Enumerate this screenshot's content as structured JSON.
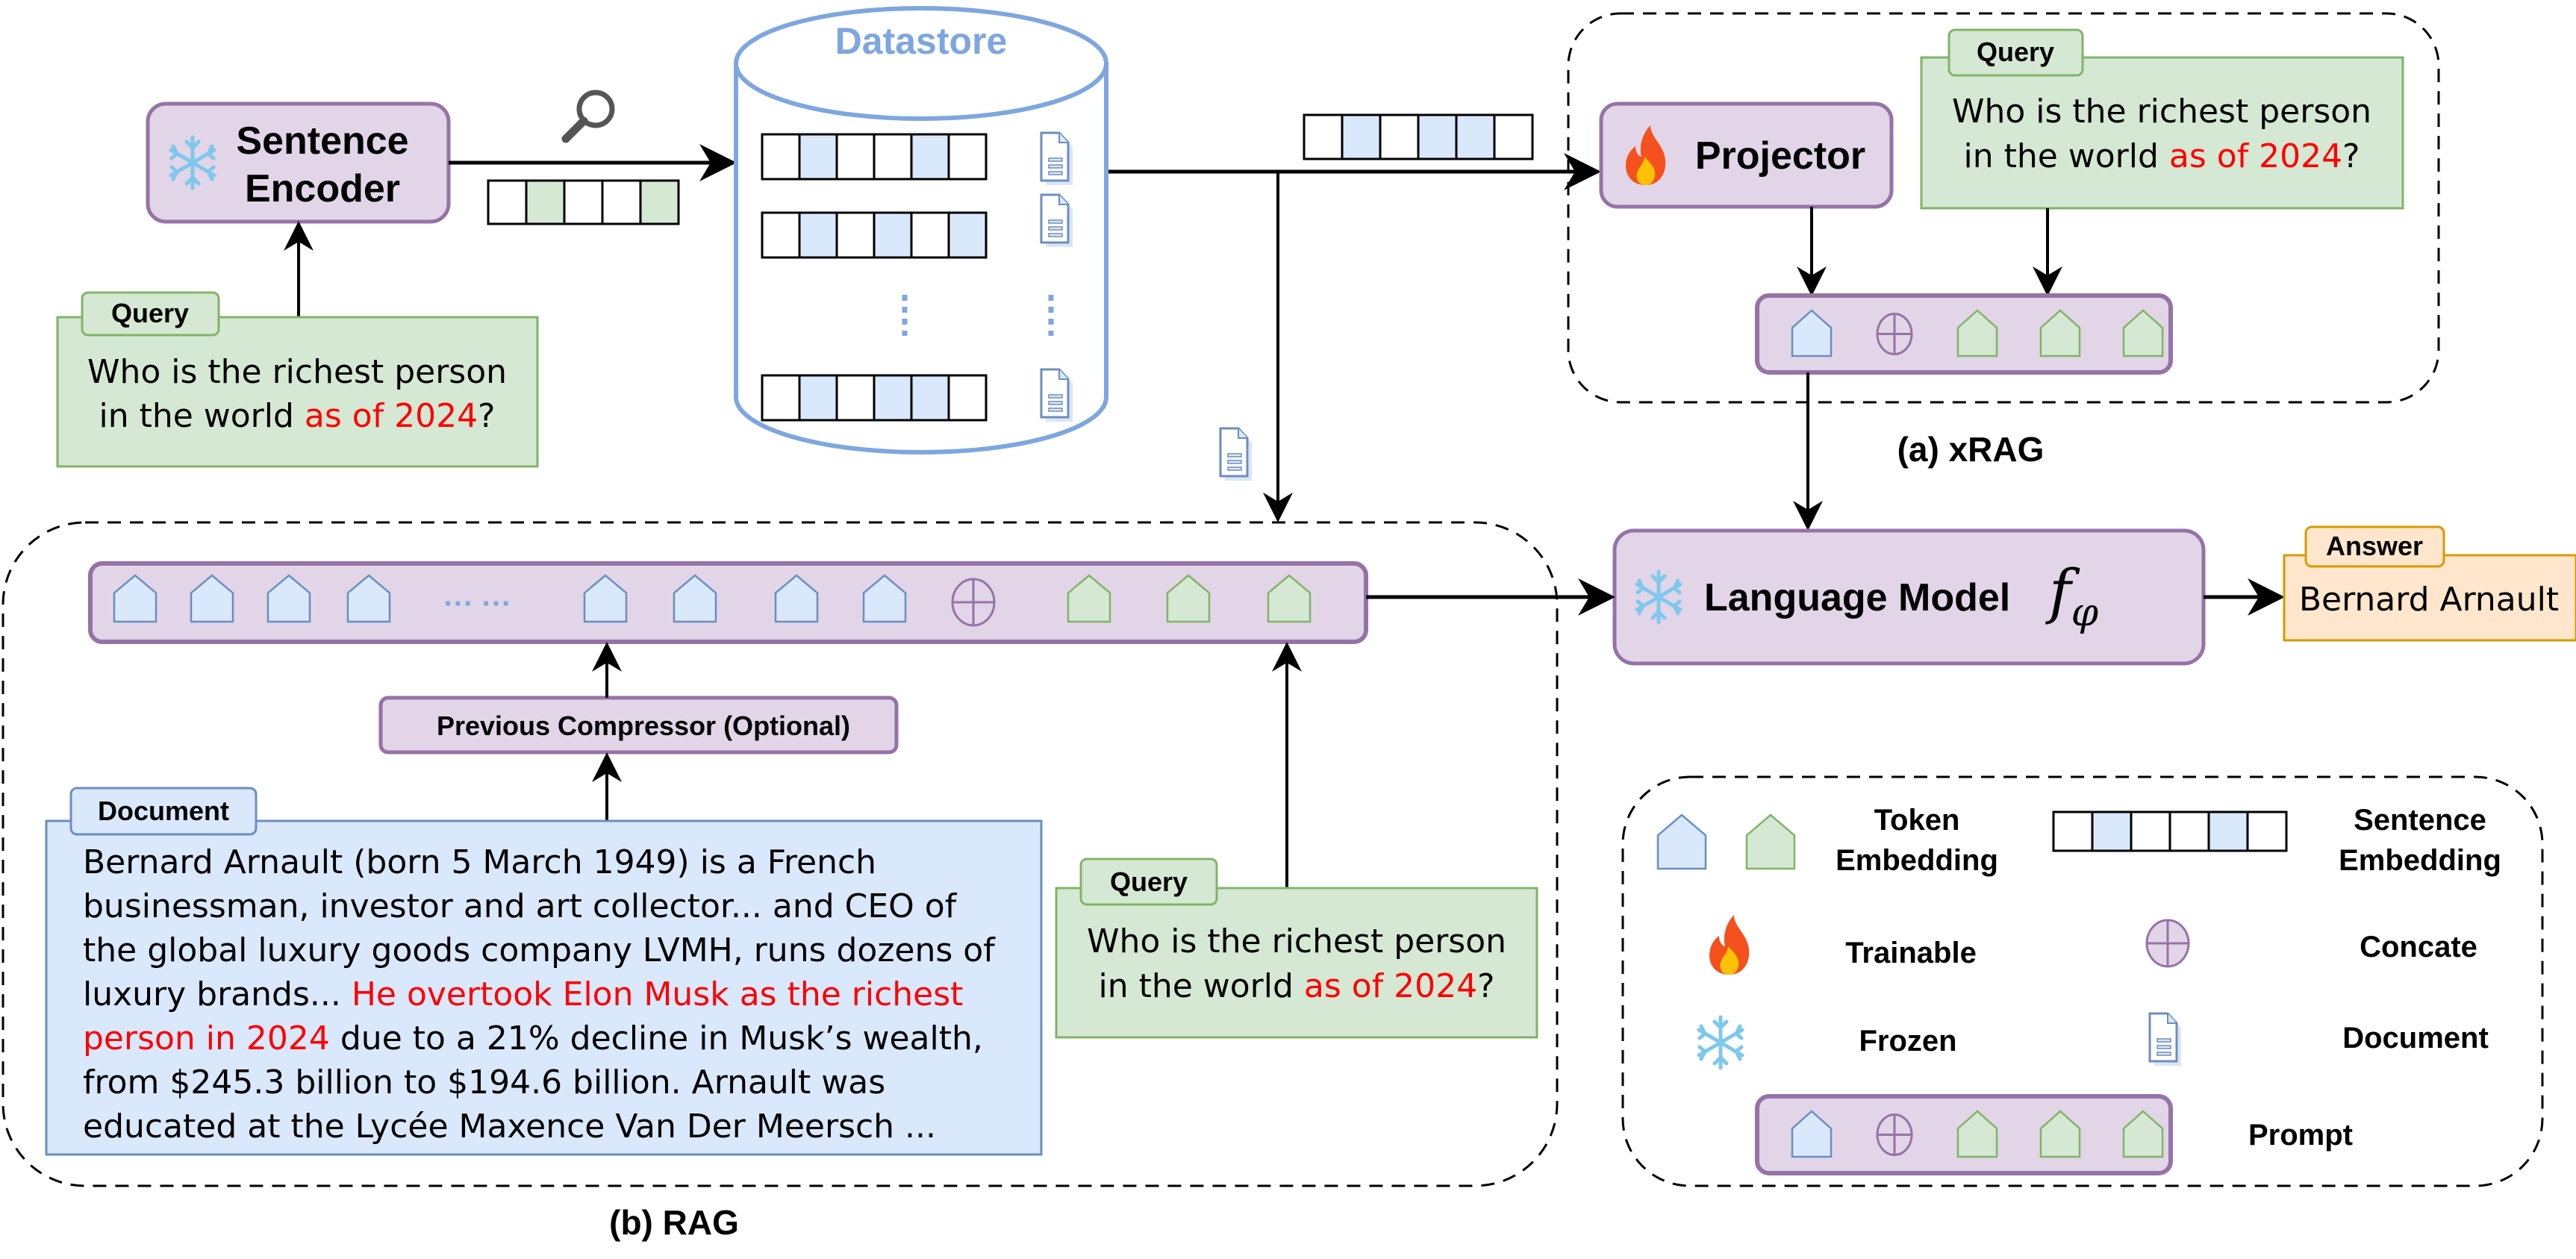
{
  "colors": {
    "purple_fill": "#e1d5e7",
    "purple_stroke": "#9673a6",
    "green_fill": "#d5e8d4",
    "green_stroke": "#82b366",
    "blue_fill": "#dae8fc",
    "blue_stroke": "#6c8ebf",
    "orange_fill": "#ffe6cc",
    "orange_stroke": "#d79b00",
    "datastore_stroke": "#7ea6e0",
    "highlight_red": "#ff0000"
  },
  "encoder": {
    "line1": "Sentence",
    "line2": "Encoder",
    "icon": "snowflake-icon"
  },
  "search_icon": "magnifier-icon",
  "datastore": {
    "title": "Datastore"
  },
  "query": {
    "tab": "Query",
    "line1": "Who is the richest person",
    "line2_prefix": "in the world ",
    "line2_highlight": "as of 2024",
    "line2_suffix": "?"
  },
  "xrag": {
    "projector": "Projector",
    "projector_icon": "fire-icon",
    "label": "(a) xRAG"
  },
  "language_model": {
    "label": "Language Model",
    "symbol": "f",
    "subscript": "φ",
    "icon": "snowflake-icon"
  },
  "answer": {
    "tab": "Answer",
    "text": "Bernard Arnault"
  },
  "rag": {
    "label": "(b) RAG",
    "compressor": "Previous Compressor (Optional)",
    "ellipsis": "··· ···",
    "document": {
      "tab": "Document",
      "lines": [
        [
          {
            "t": "Bernard Arnault (born 5 March 1949) is a French",
            "red": false
          }
        ],
        [
          {
            "t": "businessman, investor and art collector... and CEO of",
            "red": false
          }
        ],
        [
          {
            "t": "the global luxury goods company LVMH, runs dozens of",
            "red": false
          }
        ],
        [
          {
            "t": "luxury brands... ",
            "red": false
          },
          {
            "t": "He overtook Elon Musk as the richest",
            "red": true
          }
        ],
        [
          {
            "t": "person in 2024",
            "red": true
          },
          {
            "t": " due to a 21% decline in Musk’s wealth,",
            "red": false
          }
        ],
        [
          {
            "t": "from $245.3 billion to $194.6 billion. Arnault was",
            "red": false
          }
        ],
        [
          {
            "t": "educated at the Lycée Maxence Van Der Meersch ...",
            "red": false
          }
        ]
      ]
    }
  },
  "legend": {
    "token_embedding": [
      "Token",
      "Embedding"
    ],
    "sentence_embedding": [
      "Sentence",
      "Embedding"
    ],
    "trainable": "Trainable",
    "concate": "Concate",
    "frozen": "Frozen",
    "document": "Document",
    "prompt": "Prompt"
  },
  "vectors": {
    "query_vector": [
      false,
      true,
      false,
      false,
      true
    ],
    "datastore_rows": [
      [
        false,
        true,
        false,
        false,
        true,
        false
      ],
      [
        false,
        true,
        false,
        true,
        false,
        true
      ],
      [
        false,
        true,
        false,
        true,
        true,
        false
      ]
    ],
    "retrieved_vector": [
      false,
      true,
      false,
      true,
      true,
      false
    ],
    "legend_vector": [
      false,
      true,
      false,
      false,
      true,
      false
    ]
  },
  "prompts": {
    "xrag": [
      "blue",
      "concat",
      "green",
      "green",
      "green"
    ],
    "rag_left": [
      "blue",
      "blue",
      "blue",
      "blue"
    ],
    "rag_right": [
      "blue",
      "blue",
      "blue",
      "blue",
      "concat",
      "green",
      "green",
      "green"
    ],
    "legend": [
      "blue",
      "concat",
      "green",
      "green",
      "green"
    ]
  }
}
